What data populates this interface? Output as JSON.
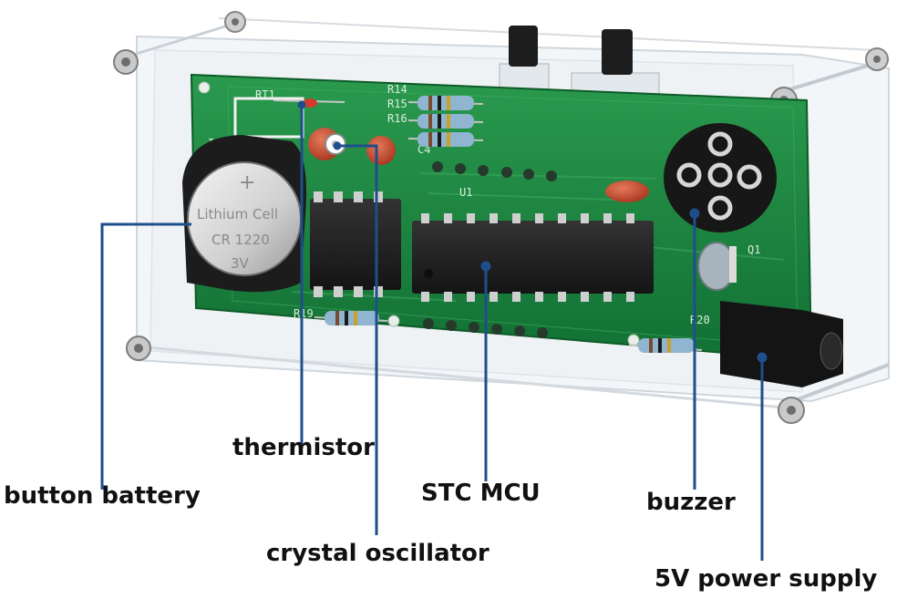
{
  "battery": {
    "line1": "Lithium Cell",
    "line2": "CR 1220",
    "line3": "3V",
    "plus": "+"
  },
  "silkscreen": {
    "bt1": "BT1",
    "u1": "U1",
    "c4": "C4",
    "r14": "R14",
    "r15": "R15",
    "r16": "R16",
    "r19": "R19",
    "r20": "R20",
    "q1": "Q1",
    "rt1": "RT1"
  },
  "callouts": {
    "thermistor": "thermistor",
    "button_battery": "button battery",
    "stc_mcu": "STC MCU",
    "buzzer": "buzzer",
    "crystal_oscillator": "crystal oscillator",
    "power_supply": "5V power supply"
  },
  "colors": {
    "pcb": "#1a7a3c",
    "pcb_dark": "#0f5a2a",
    "chip": "#1c1c1c",
    "leader_line": "#1f4e8c",
    "acrylic_edge": "#d8dde3"
  }
}
